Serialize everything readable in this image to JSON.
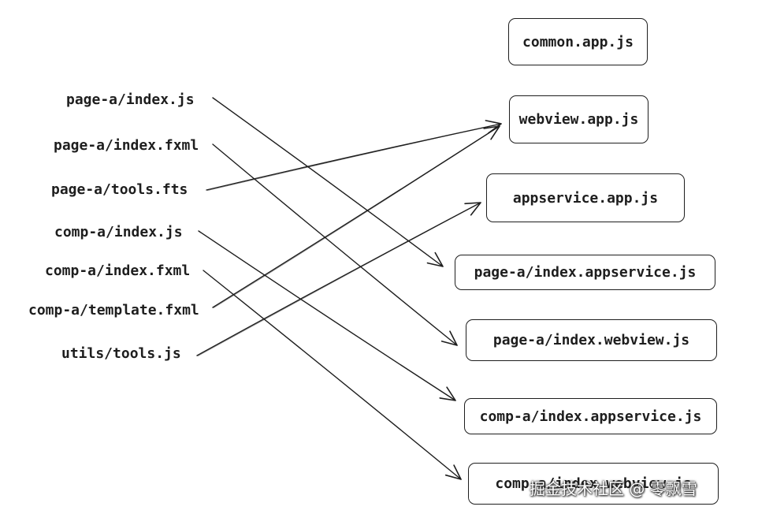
{
  "diagram": {
    "sources": [
      {
        "id": "s1",
        "label": "page-a/index.js"
      },
      {
        "id": "s2",
        "label": "page-a/index.fxml"
      },
      {
        "id": "s3",
        "label": "page-a/tools.fts"
      },
      {
        "id": "s4",
        "label": "comp-a/index.js"
      },
      {
        "id": "s5",
        "label": "comp-a/index.fxml"
      },
      {
        "id": "s6",
        "label": "comp-a/template.fxml"
      },
      {
        "id": "s7",
        "label": "utils/tools.js"
      }
    ],
    "targets": [
      {
        "id": "t1",
        "label": "common.app.js"
      },
      {
        "id": "t2",
        "label": "webview.app.js"
      },
      {
        "id": "t3",
        "label": "appservice.app.js"
      },
      {
        "id": "t4",
        "label": "page-a/index.appservice.js"
      },
      {
        "id": "t5",
        "label": "page-a/index.webview.js"
      },
      {
        "id": "t6",
        "label": "comp-a/index.appservice.js"
      },
      {
        "id": "t7",
        "label": "comp-a/index.webview.js"
      }
    ],
    "edges": [
      {
        "from": "s1",
        "to": "t4"
      },
      {
        "from": "s2",
        "to": "t5"
      },
      {
        "from": "s3",
        "to": "t2"
      },
      {
        "from": "s4",
        "to": "t6"
      },
      {
        "from": "s5",
        "to": "t7"
      },
      {
        "from": "s6",
        "to": "t2"
      },
      {
        "from": "s7",
        "to": "t3"
      }
    ]
  },
  "watermark": "掘金技术社区 @ 零飘雪",
  "colors": {
    "stroke": "#1e1e1e",
    "background": "#ffffff"
  }
}
